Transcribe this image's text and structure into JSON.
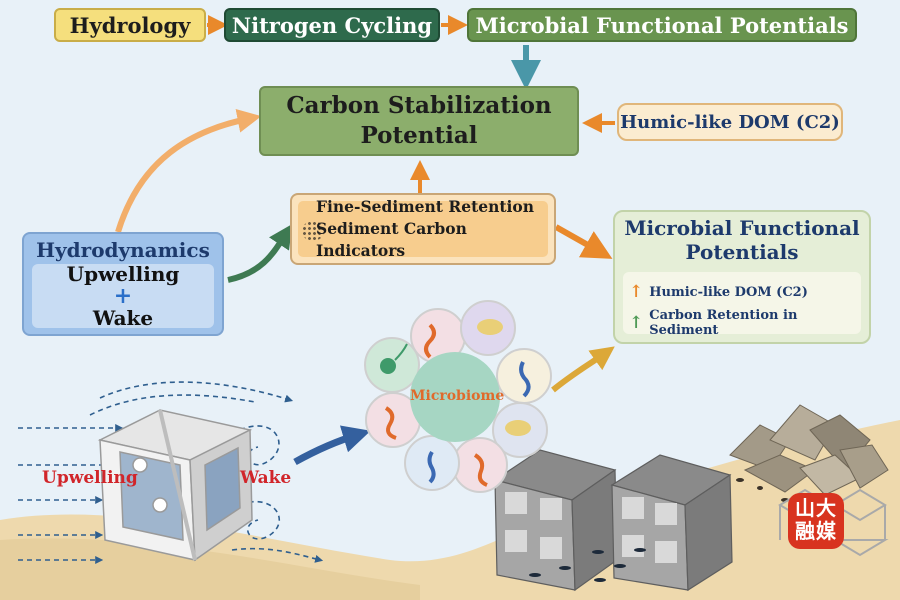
{
  "top_chain": {
    "hydrology": "Hydrology",
    "nitrogen": "Nitrogen Cycling",
    "microbial": "Microbial Functional Potentials"
  },
  "carbon_box": {
    "line1": "Carbon Stabilization",
    "line2": "Potential"
  },
  "humic_box": "Humic-like DOM (C2)",
  "hydrodynamics": {
    "title": "Hydrodynamics",
    "upwelling": "Upwelling",
    "plus": "+",
    "wake": "Wake"
  },
  "sediment_box": {
    "line1": "Fine-Sediment Retention",
    "line2": "Sediment Carbon Indicators"
  },
  "microbial_panel": {
    "title_line1": "Microbial Functional",
    "title_line2": "Potentials",
    "item1": "Humic-like DOM (C2)",
    "item2": "Carbon Retention in Sediment"
  },
  "microbiome_label": "Microbiome",
  "reef_labels": {
    "upwelling": "Upwelling",
    "wake": "Wake"
  },
  "logo": {
    "text": "山大融媒"
  },
  "colors": {
    "hydrology_bg": "#f5df7d",
    "nitrogen_bg": "#2e6a4c",
    "microbial_bg": "#69944f",
    "carbon_bg": "#8cae6c",
    "humic_bg": "#fbecd0",
    "hydro_bg": "#9fc2ea",
    "sediment_bg": "#f7cd8e",
    "panel_bg": "#e5eed7",
    "orange_arrow": "#e9892b",
    "teal_arrow": "#4a97a8",
    "green_arrow": "#3e7a52",
    "navy_text": "#1d3a6c",
    "red_label": "#d1252a",
    "sand": "#eed9ad"
  }
}
